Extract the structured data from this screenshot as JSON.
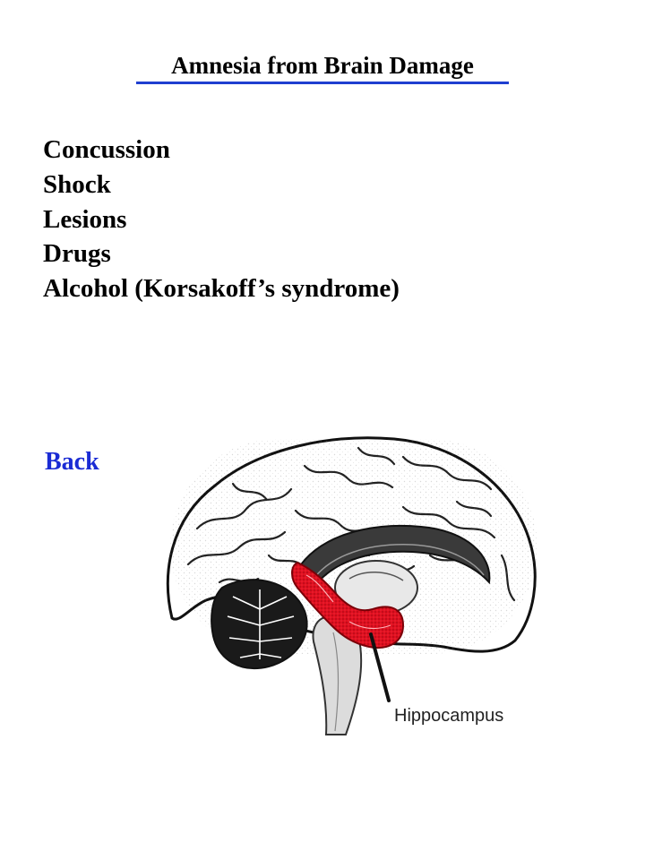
{
  "slide": {
    "title": "Amnesia from Brain Damage",
    "causes": [
      "Concussion",
      "Shock",
      "Lesions",
      "Drugs",
      "Alcohol (Korsakoff’s syndrome)"
    ],
    "back_label": "Back",
    "colors": {
      "title_rule": "#1f3fd0",
      "link": "#1a2bd4",
      "hippocampus": "#e01020"
    }
  },
  "figure": {
    "icon": "brain-sagittal-illustration",
    "label": "Hippocampus"
  }
}
